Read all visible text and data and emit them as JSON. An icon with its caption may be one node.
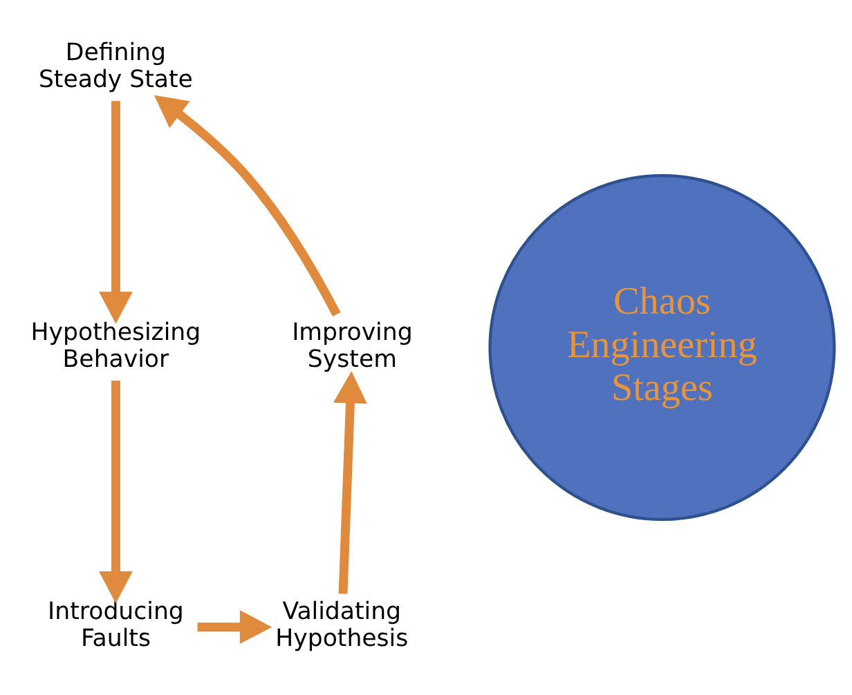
{
  "diagram": {
    "nodes": [
      {
        "text": [
          "Chaos Engineering Stages"
        ]
      },
      {
        "text": [
          "Defining Steady State"
        ]
      },
      {
        "text": [
          "Hypothesizing Behavior"
        ]
      },
      {
        "text": [
          "Introducing Faults"
        ]
      },
      {
        "text": [
          "Validating Hypothesis"
        ]
      },
      {
        "text": [
          "Improving System"
        ]
      }
    ],
    "edges": [
      {
        "from": 1,
        "to": 2,
        "arrow": "to"
      },
      {
        "from": 2,
        "to": 3,
        "arrow": "to"
      },
      {
        "from": 3,
        "to": 4,
        "arrow": "to"
      },
      {
        "from": 4,
        "to": 5,
        "arrow": "to"
      },
      {
        "from": 5,
        "to": 1,
        "arrow": "to"
      }
    ]
  }
}
